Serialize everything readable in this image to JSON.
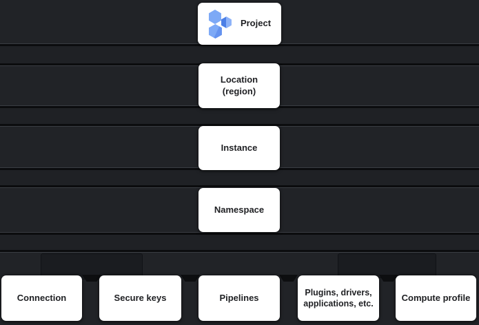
{
  "hierarchy": {
    "levels": [
      {
        "id": "project",
        "label": "Project"
      },
      {
        "id": "location",
        "line1": "Location",
        "line2": "(region)"
      },
      {
        "id": "instance",
        "label": "Instance"
      },
      {
        "id": "namespace",
        "label": "Namespace"
      }
    ],
    "namespace_items": [
      {
        "id": "connection",
        "label": "Connection"
      },
      {
        "id": "secure_keys",
        "label": "Secure keys"
      },
      {
        "id": "pipelines",
        "label": "Pipelines"
      },
      {
        "id": "plugins",
        "line1": "Plugins, drivers,",
        "line2": "applications, etc."
      },
      {
        "id": "compute_profile",
        "label": "Compute profile"
      }
    ],
    "icon": "data-fusion-hexagons-icon",
    "colors": {
      "band_background": "#212327",
      "spacer_background": "#1f2125",
      "groove": "#0b0c0e",
      "hairline": "#3a3d43",
      "card_background": "#ffffff",
      "card_text": "#202124",
      "hexagon_light_blue": "#7da9f6",
      "hexagon_dark_blue": "#4c7fe6"
    }
  }
}
